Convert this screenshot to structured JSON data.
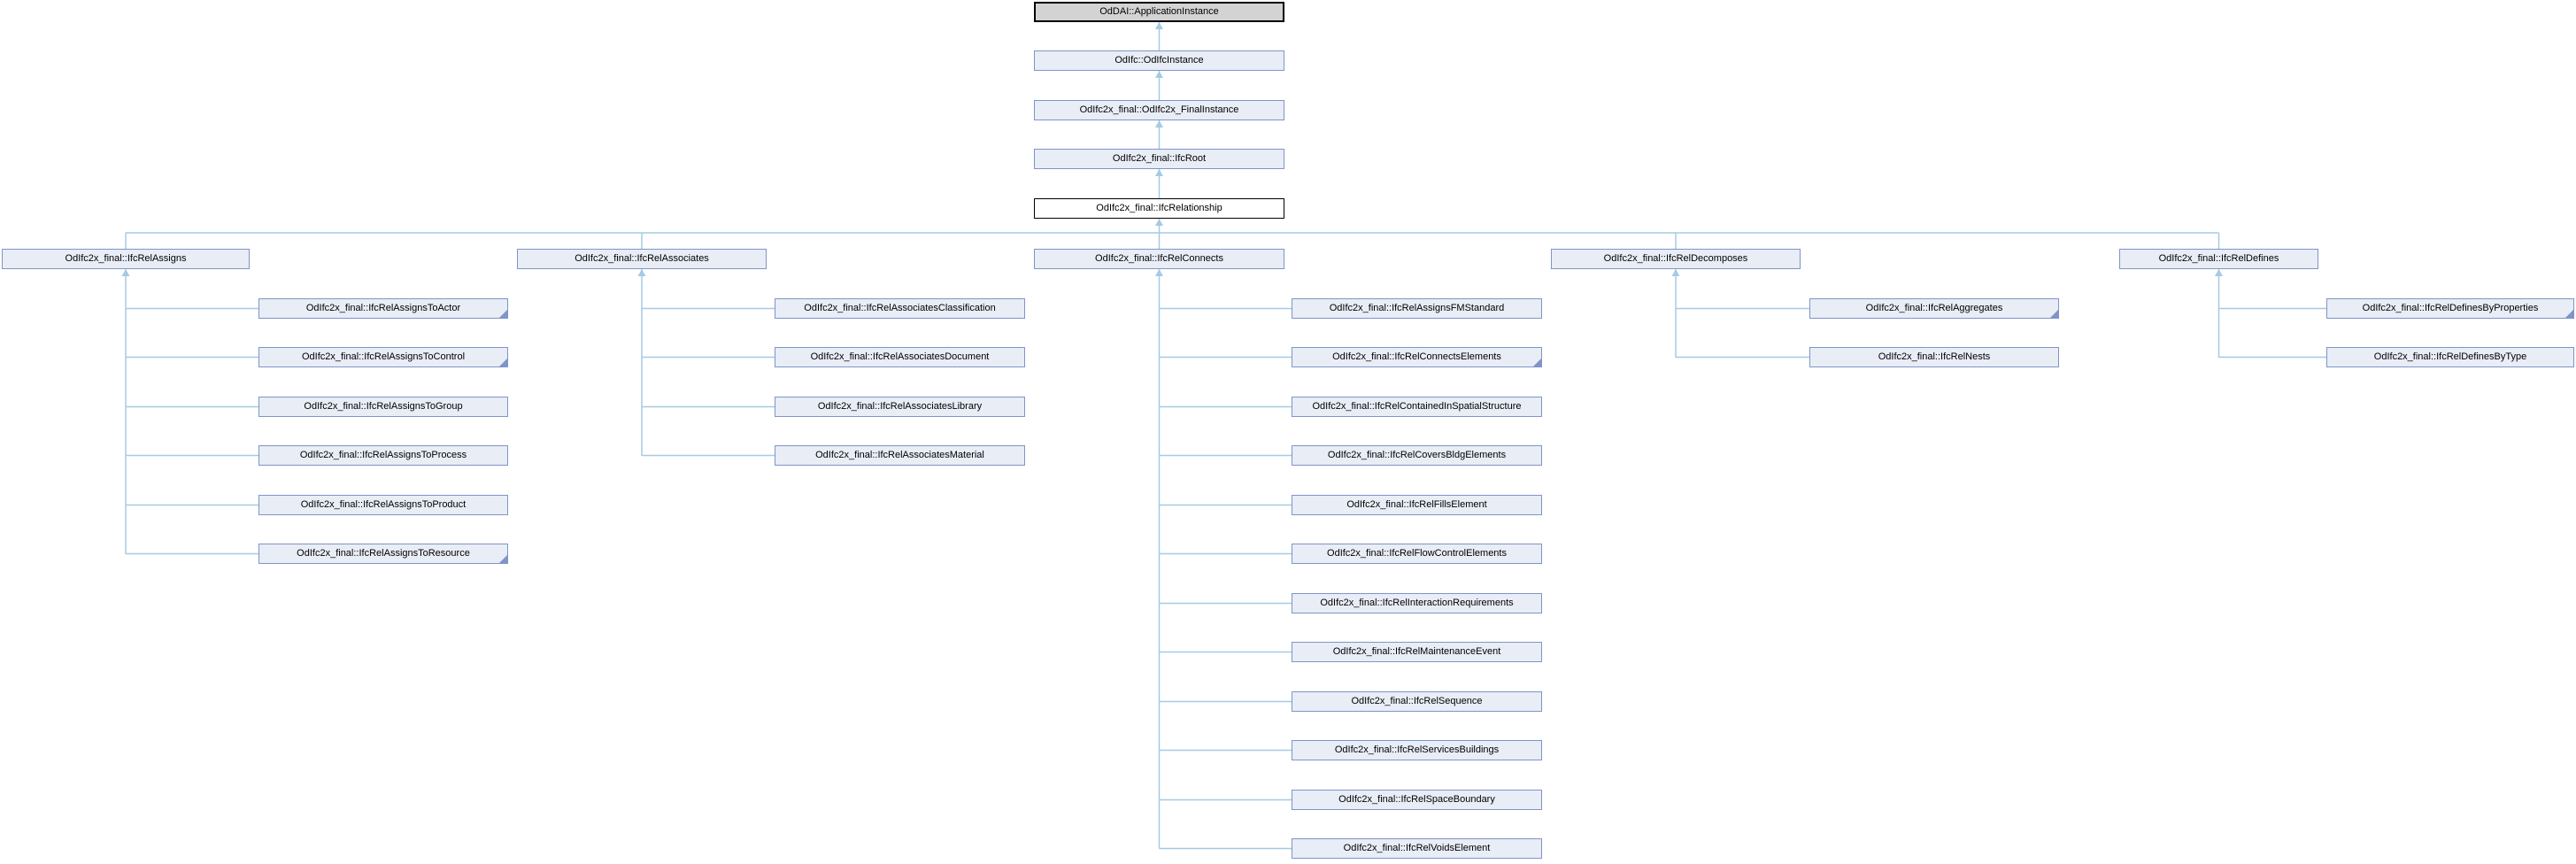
{
  "diagram": {
    "type": "class-inheritance-graph",
    "chain": [
      {
        "label": "OdDAI::ApplicationInstance",
        "style": "selected"
      },
      {
        "label": "OdIfc::OdIfcInstance",
        "style": "default"
      },
      {
        "label": "OdIfc2x_final::OdIfc2x_FinalInstance",
        "style": "default"
      },
      {
        "label": "OdIfc2x_final::IfcRoot",
        "style": "default"
      },
      {
        "label": "OdIfc2x_final::IfcRelationship",
        "style": "plain"
      }
    ],
    "groups": [
      {
        "parent": {
          "label": "OdIfc2x_final::IfcRelAssigns"
        },
        "children": [
          {
            "label": "OdIfc2x_final::IfcRelAssignsToActor",
            "has_subclasses": true
          },
          {
            "label": "OdIfc2x_final::IfcRelAssignsToControl",
            "has_subclasses": true
          },
          {
            "label": "OdIfc2x_final::IfcRelAssignsToGroup",
            "has_subclasses": false
          },
          {
            "label": "OdIfc2x_final::IfcRelAssignsToProcess",
            "has_subclasses": false
          },
          {
            "label": "OdIfc2x_final::IfcRelAssignsToProduct",
            "has_subclasses": false
          },
          {
            "label": "OdIfc2x_final::IfcRelAssignsToResource",
            "has_subclasses": true
          }
        ]
      },
      {
        "parent": {
          "label": "OdIfc2x_final::IfcRelAssociates"
        },
        "children": [
          {
            "label": "OdIfc2x_final::IfcRelAssociatesClassification",
            "has_subclasses": false
          },
          {
            "label": "OdIfc2x_final::IfcRelAssociatesDocument",
            "has_subclasses": false
          },
          {
            "label": "OdIfc2x_final::IfcRelAssociatesLibrary",
            "has_subclasses": false
          },
          {
            "label": "OdIfc2x_final::IfcRelAssociatesMaterial",
            "has_subclasses": false
          }
        ]
      },
      {
        "parent": {
          "label": "OdIfc2x_final::IfcRelConnects"
        },
        "children": [
          {
            "label": "OdIfc2x_final::IfcRelAssignsFMStandard",
            "has_subclasses": false
          },
          {
            "label": "OdIfc2x_final::IfcRelConnectsElements",
            "has_subclasses": true
          },
          {
            "label": "OdIfc2x_final::IfcRelContainedInSpatialStructure",
            "has_subclasses": false
          },
          {
            "label": "OdIfc2x_final::IfcRelCoversBldgElements",
            "has_subclasses": false
          },
          {
            "label": "OdIfc2x_final::IfcRelFillsElement",
            "has_subclasses": false
          },
          {
            "label": "OdIfc2x_final::IfcRelFlowControlElements",
            "has_subclasses": false
          },
          {
            "label": "OdIfc2x_final::IfcRelInteractionRequirements",
            "has_subclasses": false
          },
          {
            "label": "OdIfc2x_final::IfcRelMaintenanceEvent",
            "has_subclasses": false
          },
          {
            "label": "OdIfc2x_final::IfcRelSequence",
            "has_subclasses": false
          },
          {
            "label": "OdIfc2x_final::IfcRelServicesBuildings",
            "has_subclasses": false
          },
          {
            "label": "OdIfc2x_final::IfcRelSpaceBoundary",
            "has_subclasses": false
          },
          {
            "label": "OdIfc2x_final::IfcRelVoidsElement",
            "has_subclasses": false
          }
        ]
      },
      {
        "parent": {
          "label": "OdIfc2x_final::IfcRelDecomposes"
        },
        "children": [
          {
            "label": "OdIfc2x_final::IfcRelAggregates",
            "has_subclasses": true
          },
          {
            "label": "OdIfc2x_final::IfcRelNests",
            "has_subclasses": false
          }
        ]
      },
      {
        "parent": {
          "label": "OdIfc2x_final::IfcRelDefines"
        },
        "children": [
          {
            "label": "OdIfc2x_final::IfcRelDefinesByProperties",
            "has_subclasses": true
          },
          {
            "label": "OdIfc2x_final::IfcRelDefinesByType",
            "has_subclasses": false
          }
        ]
      }
    ],
    "colors": {
      "node_fill": "#e8edf6",
      "node_border": "#8094c8",
      "selected_fill": "#d3d3d3",
      "selected_border": "#000000",
      "plain_fill": "#ffffff",
      "plain_border": "#000000",
      "edge": "#a5cae4",
      "text": "#000000"
    }
  }
}
